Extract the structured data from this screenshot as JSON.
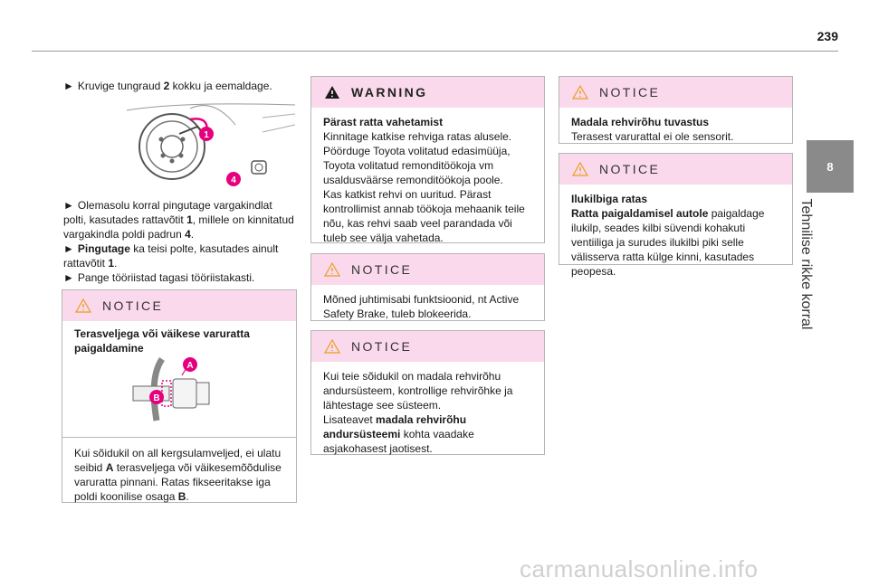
{
  "page_number": "239",
  "side_tab": {
    "number": "8",
    "title": "Tehnilise rikke korral"
  },
  "left_column": {
    "step1": {
      "arrow": "►",
      "pre": "Kruvige tungraud ",
      "bold": "2",
      "post": " kokku ja eemaldage."
    },
    "step2": {
      "arrow": "►",
      "pre": "Olemasolu korral pingutage vargakindlat polti, kasutades rattavõtit ",
      "b1": "1",
      "mid": ", millele on kinnitatud vargakindla poldi padrun ",
      "b2": "4",
      "post": "."
    },
    "step3": {
      "arrow": "►",
      "bold": "Pingutage",
      "mid": " ka teisi polte, kasutades ainult rattavõtit ",
      "b1": "1",
      "post": "."
    },
    "step4": {
      "arrow": "►",
      "text": "Pange tööriistad tagasi tööriistakasti."
    },
    "figure1_labels": {
      "l1": "1",
      "l4": "4"
    }
  },
  "notice_spacer": {
    "header": "NOTICE",
    "heading": "Terasveljega või väikese varuratta paigaldamine",
    "figure_labels": {
      "a": "A",
      "b": "B"
    },
    "text_pre": "Kui sõidukil on all kergsulamveljed, ei ulatu seibid ",
    "text_a": "A",
    "text_mid": " terasveljega või väikesemõõdulise varuratta pinnani. Ratas fikseeritakse iga poldi koonilise osaga ",
    "text_b": "B",
    "text_post": "."
  },
  "warning": {
    "header": "WARNING",
    "heading": "Pärast ratta vahetamist",
    "text1": "Kinnitage katkise rehviga ratas alusele.",
    "text2": "Pöörduge Toyota volitatud edasimüüja, Toyota volitatud remonditöökoja vm usaldusväärse remonditöökoja poole.",
    "text3": "Kas katkist rehvi on uuritud. Pärast kontrollimist annab töökoja mehaanik teile nõu, kas rehvi saab veel parandada või tuleb see välja vahetada."
  },
  "notice_asb": {
    "header": "NOTICE",
    "text": "Mõned juhtimisabi funktsioonid, nt Active Safety Brake, tuleb blokeerida."
  },
  "notice_lowtire": {
    "header": "NOTICE",
    "text1": "Kui teie sõidukil on madala rehvirõhu andursüsteem, kontrollige rehvirõhke ja lähtestage see süsteem.",
    "text2_pre": "Lisateavet ",
    "text2_bold": "madala rehvirõhu andursüsteemi",
    "text2_post": " kohta vaadake asjakohasest jaotisest."
  },
  "notice_sensor": {
    "header": "NOTICE",
    "heading": "Madala rehvirõhu tuvastus",
    "text": "Terasest varurattal ei ole sensorit."
  },
  "notice_hubcap": {
    "header": "NOTICE",
    "heading": "Ilukilbiga ratas",
    "bold2": "Ratta paigaldamisel autole",
    "text": " paigaldage ilukilp, seades kilbi süvendi kohakuti ventiiliga ja surudes ilukilbi piki selle välisserva ratta külge kinni, kasutades peopesa."
  },
  "watermark": "carmanualsonline.info",
  "colors": {
    "notice_header_bg": "#fbd9ec",
    "accent": "#e6007e",
    "tab_bg": "#8a8a8a",
    "warning_icon": "#1a1a1a",
    "notice_icon": "#e8a020"
  }
}
